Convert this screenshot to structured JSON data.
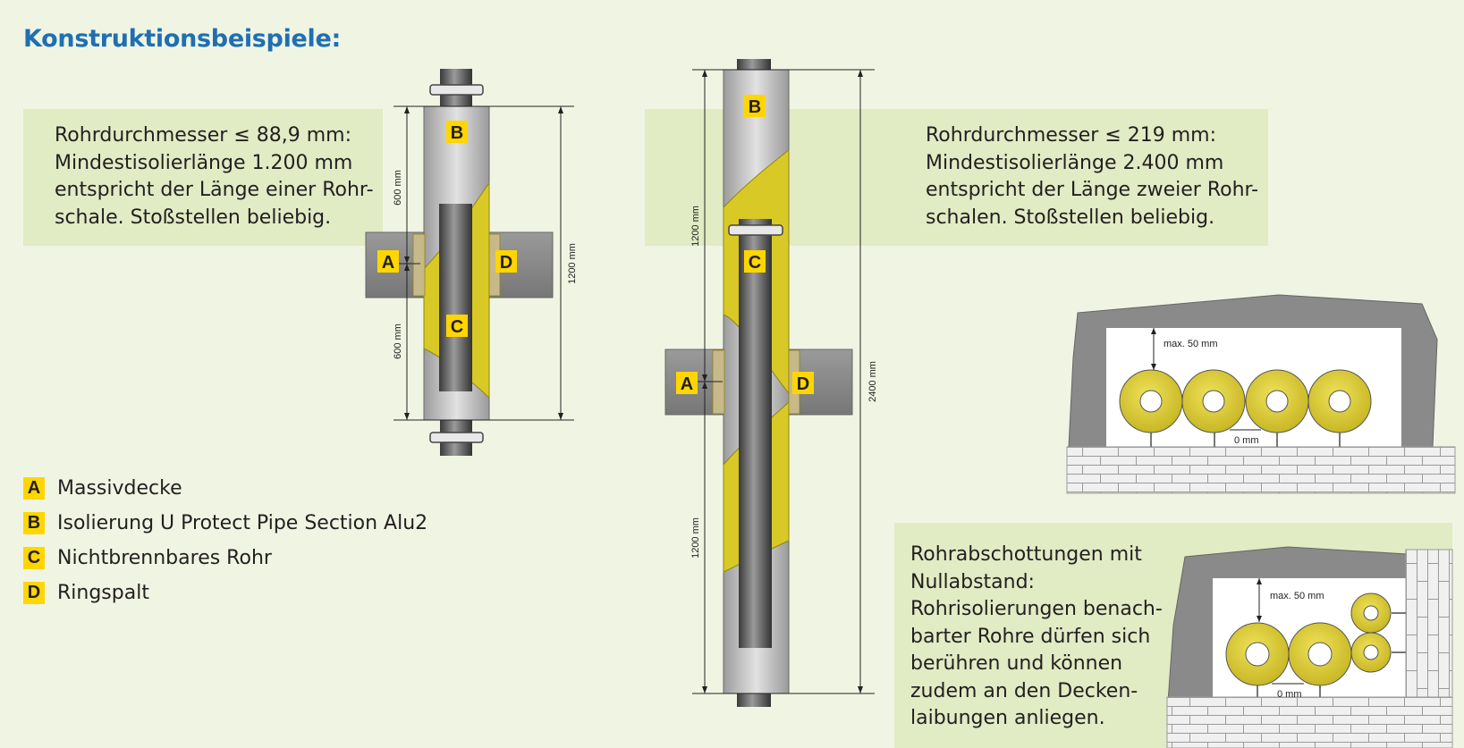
{
  "title": "Konstruktionsbeispiele:",
  "left_text": [
    "Rohrdurchmesser ≤ 88,9 mm:",
    "Mindestisolierlänge 1.200 mm",
    "entspricht der Länge einer Rohr-",
    "schale. Stoßstellen beliebig."
  ],
  "right_text": [
    "Rohrdurchmesser ≤ 219 mm:",
    "Mindestisolierlänge 2.400 mm",
    "entspricht der Länge zweier Rohr-",
    "schalen. Stoßstellen beliebig."
  ],
  "bottom_text": [
    "Rohrabschottungen mit",
    "Nullabstand:",
    "Rohrisolierungen benach-",
    "barter Rohre dürfen sich",
    "berühren und können",
    "zudem an den Decken-",
    "laibungen anliegen."
  ],
  "legend": [
    {
      "key": "A",
      "label": "Massivdecke"
    },
    {
      "key": "B",
      "label": "Isolierung U Protect Pipe Section Alu2"
    },
    {
      "key": "C",
      "label": "Nichtbrennbares Rohr"
    },
    {
      "key": "D",
      "label": "Ringspalt"
    }
  ],
  "dims": {
    "d600": "600 mm",
    "d1200": "1200 mm",
    "d2400": "2400 mm",
    "max50": "max. 50 mm",
    "zero": "0 mm"
  },
  "colors": {
    "background": "#f0f5e3",
    "panel": "#e1ebc4",
    "title": "#1f6fb2",
    "badge": "#ffd600",
    "insulation": "#d9c926",
    "pipe": "#4a4a4a",
    "slab": "#8c8c8c"
  }
}
